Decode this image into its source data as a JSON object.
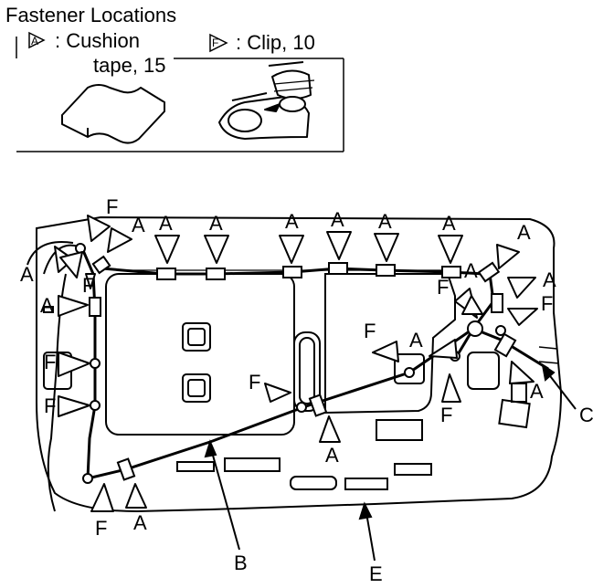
{
  "legend": {
    "title": "Fastener Locations",
    "cushion_line1": ": Cushion",
    "cushion_line2": "tape, 15",
    "clip_text": ": Clip, 10",
    "cushion_symbol": "A",
    "clip_symbol": "F"
  },
  "callouts": {
    "cushion": "A",
    "clip": "F",
    "b": "B",
    "c": "C",
    "e": "E"
  }
}
